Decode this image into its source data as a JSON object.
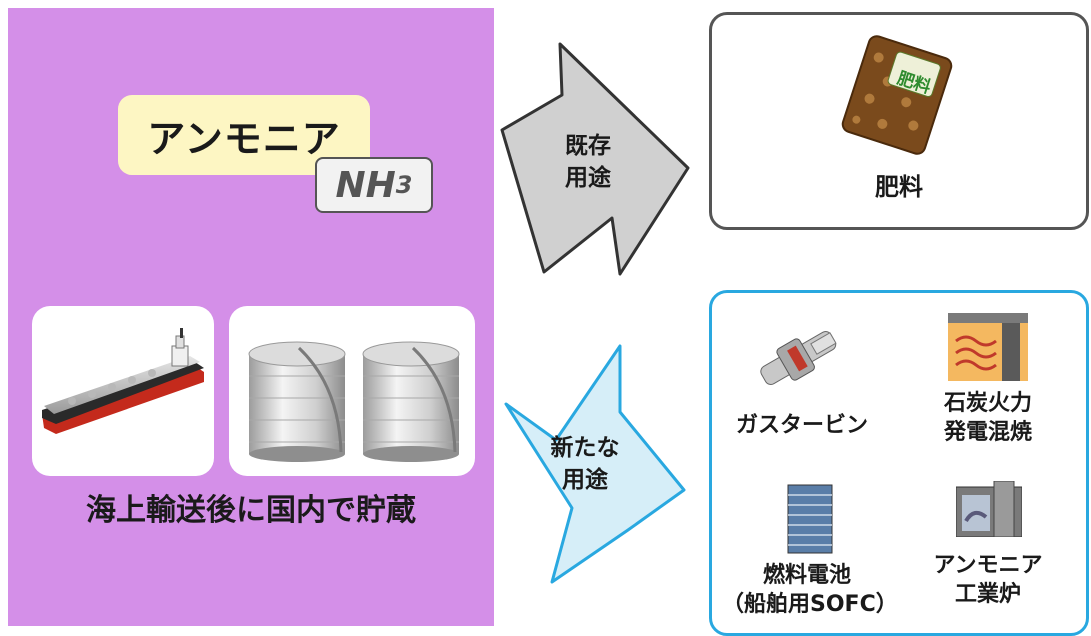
{
  "ammonia_panel": {
    "name": "アンモニア",
    "formula_main": "NH",
    "formula_sub": "3",
    "storage_caption": "海上輸送後に国内で貯蔵"
  },
  "arrows": {
    "existing": [
      "既存",
      "用途"
    ],
    "new": [
      "新たな",
      "用途"
    ]
  },
  "existing_use": {
    "label": "肥料",
    "bag_text": "肥料"
  },
  "new_uses": {
    "gas_turbine": [
      "ガスタービン"
    ],
    "coal_cofiring": [
      "石炭火力",
      "発電混焼"
    ],
    "fuel_cell": [
      "燃料電池",
      "（船舶用SOFC）"
    ],
    "industrial_furnace": [
      "アンモニア",
      "工業炉"
    ]
  },
  "colors": {
    "panel": "#d48fe8",
    "title_bg": "#fdf6c3",
    "existing_arrow": "#d0d0d0",
    "new_arrow": "#d6eef8",
    "new_border": "#29a8e0"
  }
}
